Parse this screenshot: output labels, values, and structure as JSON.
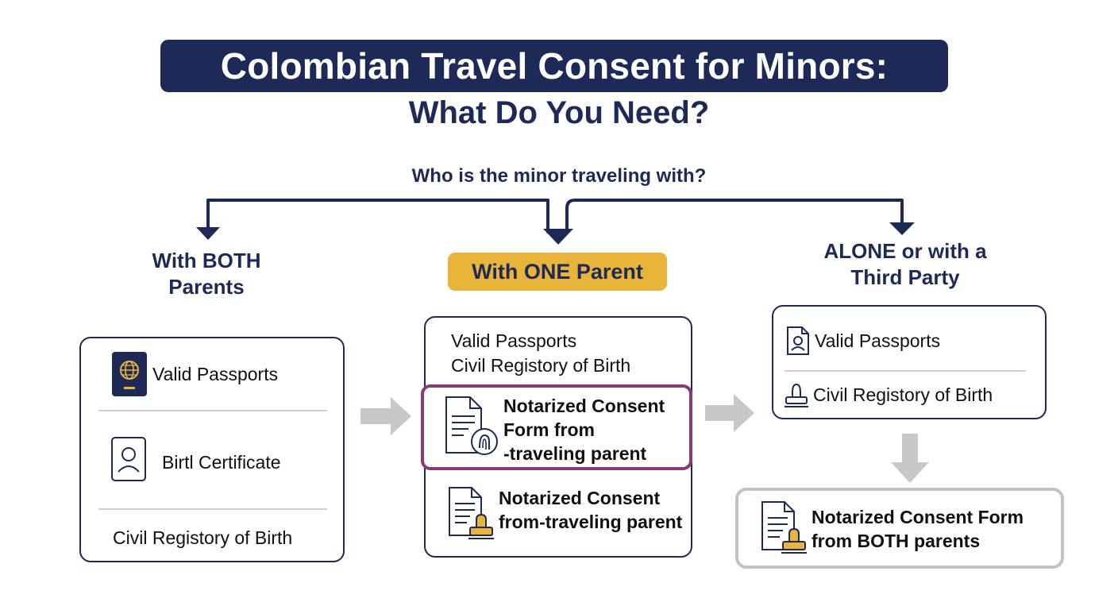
{
  "title": "Colombian Travel Consent for Minors:",
  "subtitle": "What Do You Need?",
  "question": "Who is the minor traveling with?",
  "colors": {
    "navy": "#1d2a58",
    "gold": "#e8b43a",
    "highlight_border": "#8b3a78",
    "gray_arrow": "#c8c8c8",
    "gray_border": "#c2c2c2"
  },
  "branches": {
    "both": {
      "label_line1": "With BOTH",
      "label_line2": "Parents",
      "items": [
        "Valid Passports",
        "Birtl Certificate",
        "Civil Registory of Birth"
      ],
      "icons": [
        "passport-icon",
        "id-card-icon"
      ]
    },
    "one": {
      "label": "With ONE Parent",
      "items": [
        "Valid Passports",
        "Civil Registory of Birth"
      ],
      "highlight": {
        "line1": "Notarized Consent",
        "line2": "Form from",
        "line3": "-traveling parent",
        "icon": "document-fingerprint-icon"
      },
      "consent": {
        "line1": "Notarized Consent",
        "line2": "from-traveling parent",
        "icon": "document-stamp-icon"
      }
    },
    "alone": {
      "label_line1": "ALONE or with a",
      "label_line2": "Third Party",
      "items": [
        "Valid Passports",
        "Civil Registory of Birth"
      ],
      "icons": [
        "document-person-icon",
        "stamp-icon"
      ],
      "final": {
        "line1": "Notarized Consent Form",
        "line2": "from BOTH parents",
        "icon": "document-stamp-icon"
      }
    }
  }
}
